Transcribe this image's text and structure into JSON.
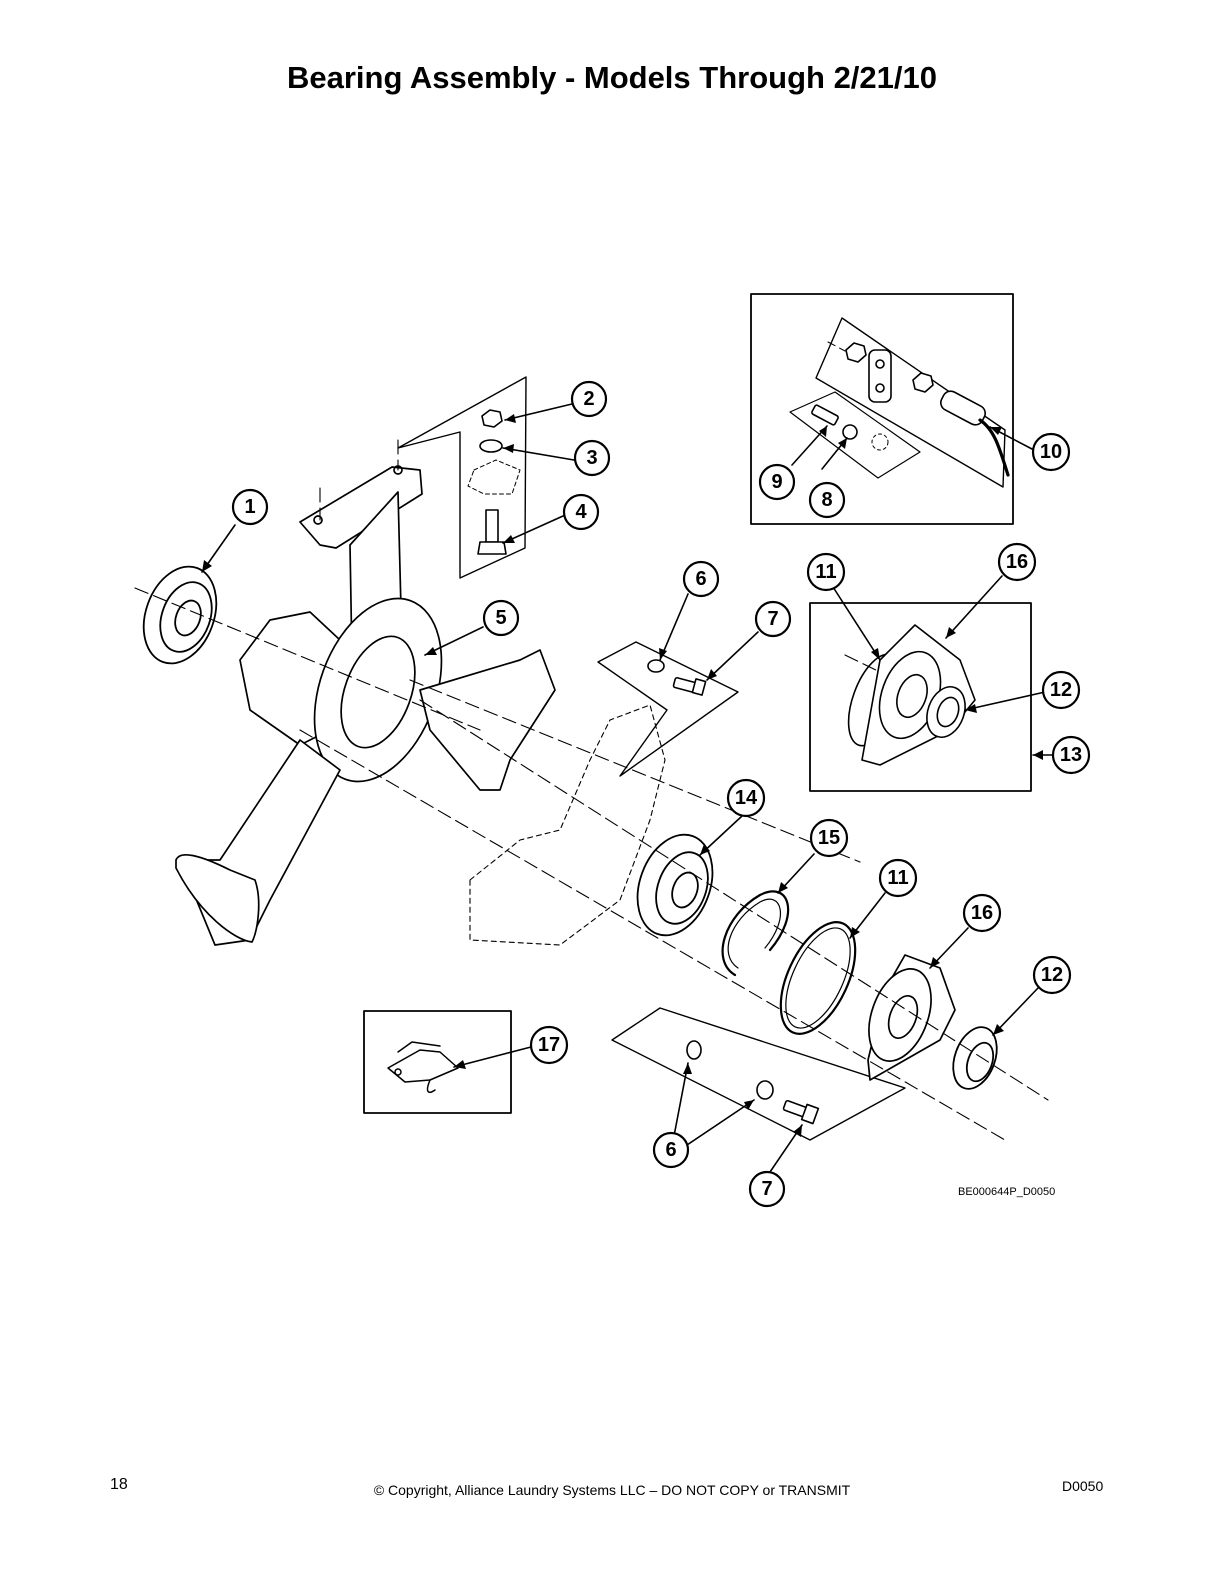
{
  "page": {
    "title": "Bearing Assembly - Models Through 2/21/10",
    "figure_code": "BE000644P_D0050",
    "page_number": "18",
    "copyright": "© Copyright, Alliance Laundry Systems LLC – DO NOT COPY or TRANSMIT",
    "document_code": "D0050"
  },
  "callouts": [
    {
      "label": "1"
    },
    {
      "label": "2"
    },
    {
      "label": "3"
    },
    {
      "label": "4"
    },
    {
      "label": "5"
    },
    {
      "label": "6"
    },
    {
      "label": "7"
    },
    {
      "label": "8"
    },
    {
      "label": "9"
    },
    {
      "label": "10"
    },
    {
      "label": "11"
    },
    {
      "label": "16"
    },
    {
      "label": "12"
    },
    {
      "label": "13"
    },
    {
      "label": "14"
    },
    {
      "label": "15"
    },
    {
      "label": "11"
    },
    {
      "label": "16"
    },
    {
      "label": "12"
    },
    {
      "label": "17"
    },
    {
      "label": "6"
    },
    {
      "label": "7"
    }
  ]
}
